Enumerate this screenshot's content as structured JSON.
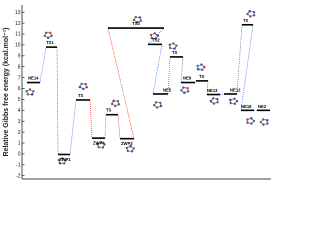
{
  "chart_data": {
    "type": "energy-profile",
    "ylabel": "Relative Gibbs free energy (kcal.mol⁻¹)",
    "yticks": [
      "-2",
      "-1",
      "0",
      "1",
      "2",
      "3",
      "4",
      "5",
      "6",
      "7",
      "8",
      "9",
      "10",
      "11",
      "12",
      "13"
    ],
    "ylim": [
      -2.3,
      13.6
    ],
    "grid": false,
    "legend": "none",
    "colors": {
      "level": "#000000",
      "red_connector": "#e8281e",
      "blue_connector": "#4a6fd6",
      "atom_red": "#d9302a",
      "atom_blue": "#3057d5",
      "atom_gray": "#666666"
    },
    "states": [
      {
        "label": "NE14",
        "energy": 6.55
      },
      {
        "label": "TS1",
        "energy": 9.8
      },
      {
        "label": "ZWP1",
        "energy": -0.05
      },
      {
        "label": "TS",
        "energy": 4.95
      },
      {
        "label": "ZWP4",
        "energy": 1.45
      },
      {
        "label": "TS",
        "energy": 3.6
      },
      {
        "label": "ZWP3",
        "energy": 1.4
      },
      {
        "label": "TS3",
        "energy": 11.55
      },
      {
        "label": "TS2",
        "energy": 10.05
      },
      {
        "label": "NE5",
        "energy": 5.5
      },
      {
        "label": "TS",
        "energy": 8.9
      },
      {
        "label": "NE9",
        "energy": 6.55
      },
      {
        "label": "TS",
        "energy": 6.7
      },
      {
        "label": "NE13",
        "energy": 5.45
      },
      {
        "label": "NE12",
        "energy": 5.5
      },
      {
        "label": "TS",
        "energy": 11.85
      },
      {
        "label": "NE16",
        "energy": 4.0
      },
      {
        "label": "NE2",
        "energy": 4.0
      }
    ]
  }
}
